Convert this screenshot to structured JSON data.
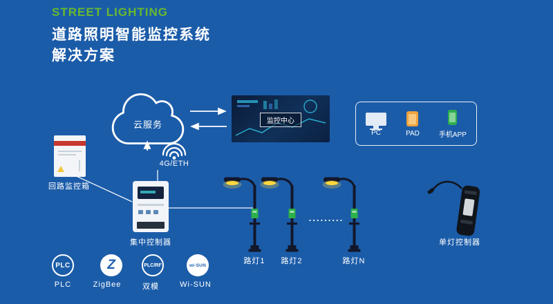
{
  "header": {
    "eyebrow": "STREET LIGHTING",
    "title": "道路照明智能监控系统",
    "subtitle": "解决方案"
  },
  "cloud": {
    "label": "云服务"
  },
  "network": {
    "link_label": "4G/ETH"
  },
  "monitoring": {
    "label": "监控中心"
  },
  "clients": {
    "items": [
      {
        "label": "PC"
      },
      {
        "label": "PAD"
      },
      {
        "label": "手机APP"
      }
    ]
  },
  "devices": {
    "loop_box_label": "回路监控箱",
    "concentrator_label": "集中控制器",
    "single_lamp_controller_label": "单灯控制器"
  },
  "lamps": {
    "items": [
      {
        "label": "路灯1"
      },
      {
        "label": "路灯2"
      },
      {
        "label": "路灯N"
      }
    ],
    "dots": "........."
  },
  "protocols": {
    "items": [
      {
        "badge": "PLC",
        "label": "PLC"
      },
      {
        "badge": "Z",
        "label": "ZigBee"
      },
      {
        "badge": "PLC/RF",
        "label": "双模"
      },
      {
        "badge": "wi-SUN",
        "label": "Wi-SUN"
      }
    ]
  },
  "colors": {
    "background": "#1b5ca9",
    "accent_green": "#68b92e",
    "lamp_glow": "#ffd83e",
    "lamp_controller_green": "#2db14a",
    "pad_orange": "#f0a23c",
    "phone_green": "#2fae4e",
    "alert_red": "#c6392e"
  }
}
